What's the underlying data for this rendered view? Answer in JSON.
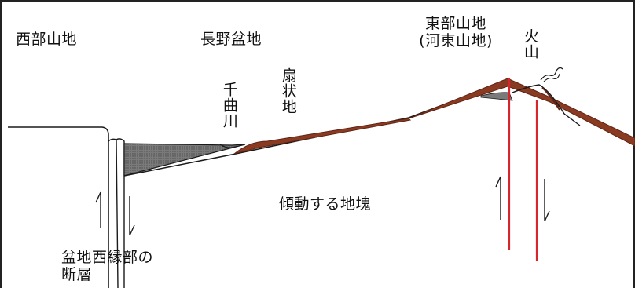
{
  "diagram": {
    "labels": {
      "west_mountains": "西部山地",
      "nagano_basin": "長野盆地",
      "chikuma_river": "千曲川",
      "alluvial_fan": "扇状地",
      "east_mountains_line1": "東部山地",
      "east_mountains_line2": "(河東山地)",
      "volcano": "火山",
      "tilted_block": "傾動する地塊",
      "fault_line1": "盆地西縁部の",
      "fault_line2": "断層"
    },
    "colors": {
      "outline": "#1a1a1a",
      "sediment_fill": "#6e6e6e",
      "fan_deposit": "#8b3a22",
      "fault_line": "#d7262b",
      "border": "#222222"
    }
  }
}
